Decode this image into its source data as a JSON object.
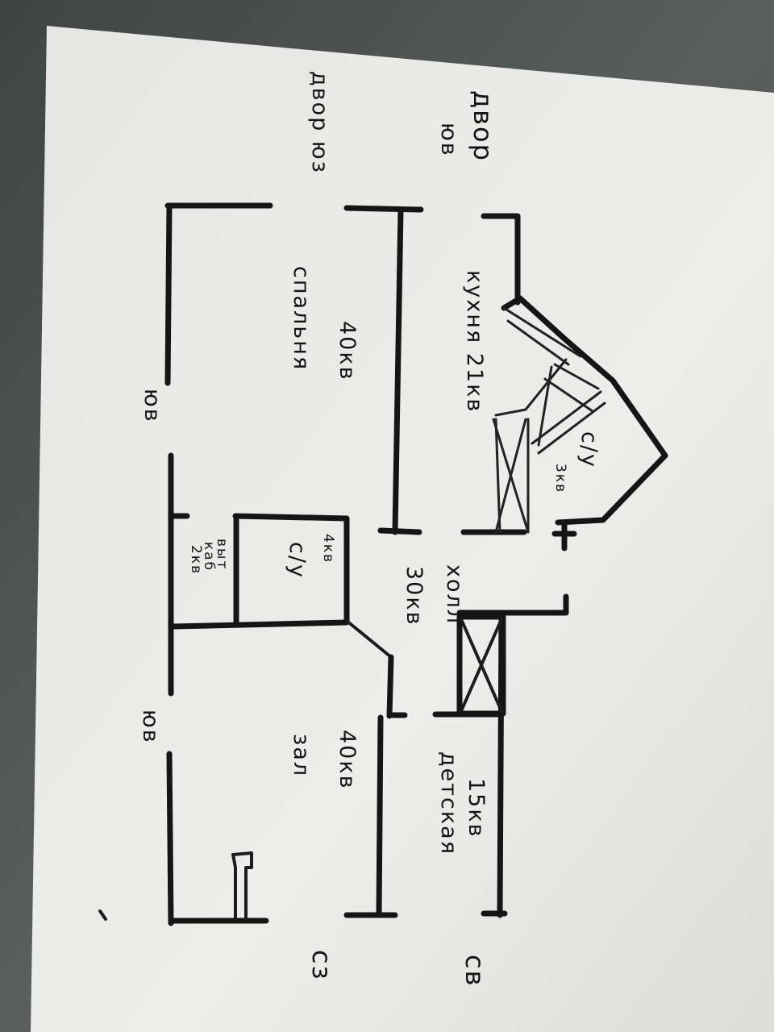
{
  "colors": {
    "ink": "#151515",
    "paper": "#e9e9e7",
    "background": "#4d514f"
  },
  "labels": {
    "yard_se": {
      "line1": "двор",
      "line2": "юв"
    },
    "yard_sw": "двор юз",
    "kitchen": "кухня 21кв",
    "wc_kitchen": {
      "line1": "с/у",
      "line2": "3кв"
    },
    "bedroom": {
      "area": "40кв",
      "name": "спальня"
    },
    "side_top": "юв",
    "utility": {
      "line1": "выт",
      "line2": "каб",
      "line3": "2кв"
    },
    "bathroom": {
      "area": "4кв",
      "name": "с/у"
    },
    "hall": {
      "name": "холл",
      "area": "30кв"
    },
    "living": {
      "area": "40кв",
      "name": "зал"
    },
    "kids": {
      "area": "15кв",
      "name": "детская"
    },
    "side_bottom": "юв",
    "corner_nw": "сз",
    "corner_ne": "св"
  }
}
